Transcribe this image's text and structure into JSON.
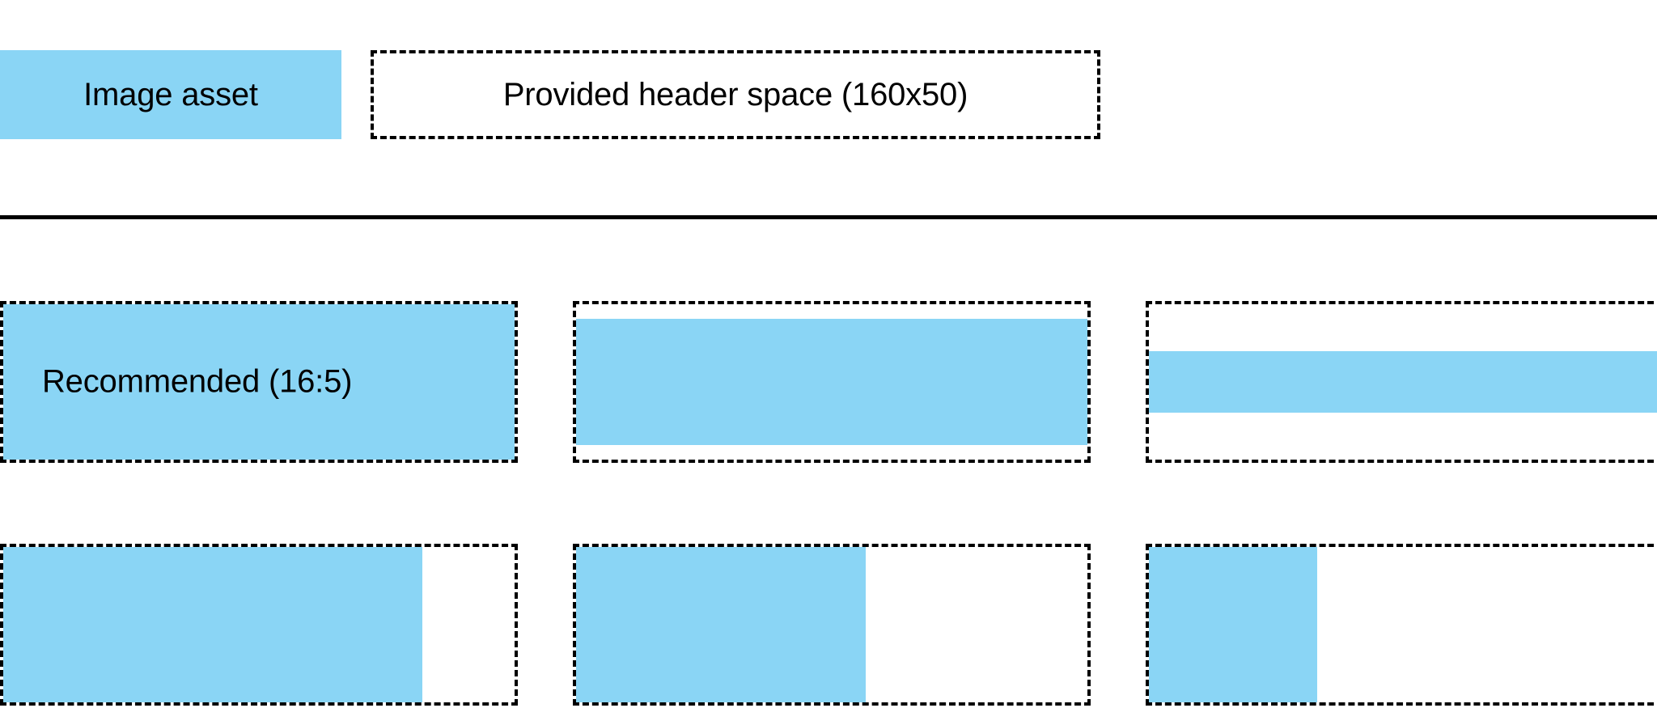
{
  "colors": {
    "fill_blue": "#8AD5F5",
    "outline_black": "#000000",
    "background_white": "#FFFFFF"
  },
  "header": {
    "asset_label": "Image asset",
    "provided_space_label": "Provided header space (160x50)"
  },
  "divider": {
    "present": true
  },
  "grid": {
    "recommended_label": "Recommended (16:5)",
    "rows": [
      {
        "name": "height-variants",
        "cells": [
          {
            "name": "recommended",
            "label": "Recommended (16:5)",
            "fill": "full"
          },
          {
            "name": "shorter-fill",
            "label": "",
            "fill": "inset-vertical"
          },
          {
            "name": "shortest-fill",
            "label": "",
            "fill": "thin-band"
          }
        ]
      },
      {
        "name": "width-variants",
        "cells": [
          {
            "name": "wide-fill",
            "label": "",
            "fill": "left-wide"
          },
          {
            "name": "medium-fill",
            "label": "",
            "fill": "left-medium"
          },
          {
            "name": "narrow-fill",
            "label": "",
            "fill": "left-narrow"
          }
        ]
      }
    ]
  }
}
